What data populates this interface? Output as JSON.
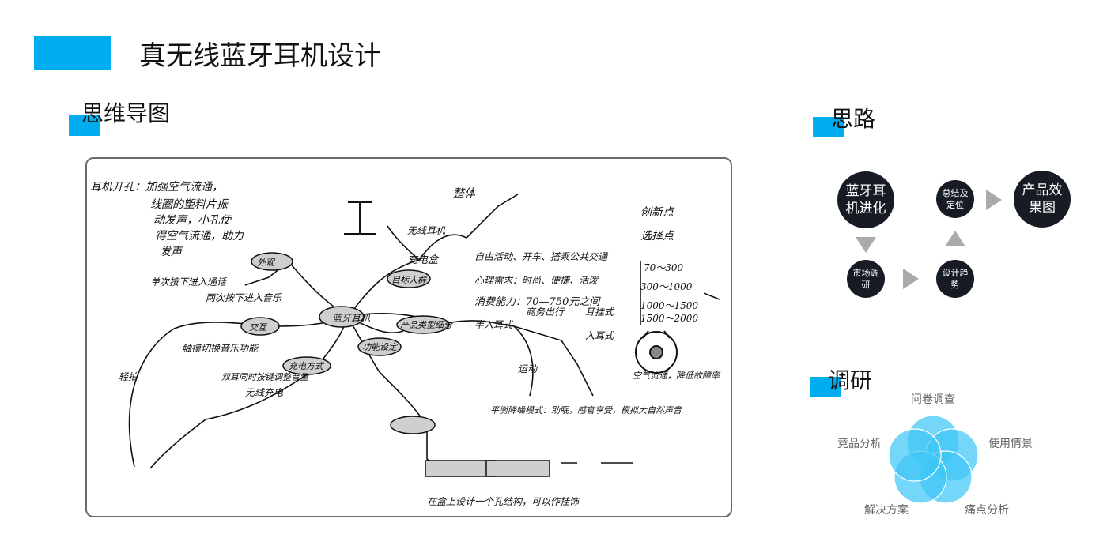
{
  "page": {
    "title": "真无线蓝牙耳机设计",
    "accent": "#00aeef"
  },
  "mindmap": {
    "heading": "思维导图",
    "center": "蓝牙耳机",
    "notes": {
      "ear_hole": [
        "耳机开孔：加强空气流通，",
        "线圈的塑料片振",
        "动发声，小孔使",
        "得空气流通，助力",
        "发声"
      ],
      "innovation": "创新点",
      "selection": "选择点",
      "price": "消费能力：70—750元之间",
      "psych": "心理需求：时尚、便捷、活泼",
      "activity": "自由活动、开车、搭乘公共交通",
      "tidy": "整体",
      "wireless": "无线耳机",
      "charge": "充电盒",
      "shape": "外观",
      "target": "目标人群",
      "product_type": "产品类型细分",
      "function": "功能设定",
      "charge_mode": "充电方式",
      "interaction": "交互",
      "touch": "触摸切换音乐功能",
      "double": "双耳同时按键调整音量",
      "single_press": "单次按下进入通话",
      "double_press": "两次按下进入音乐",
      "tap": "轻拍",
      "wireless_charge": "无线充电",
      "ear_hook": "耳挂式",
      "in_ear": "入耳式",
      "semi_in": "半入耳式",
      "sport": "运动",
      "business": "商务出行",
      "note_bottom": "在盒上设计一个孔结构，可以作挂饰",
      "range1": "70～300",
      "range2": "300～1000",
      "range3": "1000～1500",
      "range4": "1500～2000",
      "feature_side": "平衡降噪模式：助眠，感官享受，模拟大自然声音",
      "hall": "空气流通，降低故障率"
    }
  },
  "thinking": {
    "heading": "思路",
    "nodes": {
      "evolution": [
        "蓝牙耳",
        "机进化"
      ],
      "research": [
        "市场调",
        "研"
      ],
      "trend": [
        "设计趋",
        "势"
      ],
      "summary": [
        "总结及",
        "定位"
      ],
      "product": [
        "产品效",
        "果图"
      ]
    }
  },
  "research": {
    "heading": "调研",
    "labels": {
      "questionnaire": "问卷调查",
      "competitor": "竞品分析",
      "scenario": "使用情景",
      "solution": "解决方案",
      "pain": "痛点分析"
    },
    "circle_color": "#3fc6f5"
  }
}
